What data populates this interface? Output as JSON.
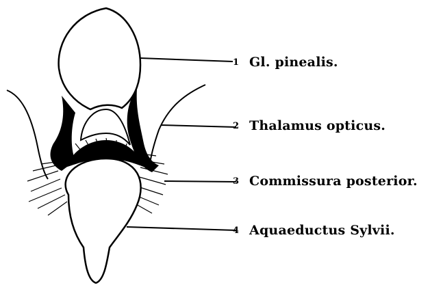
{
  "labels": [
    {
      "num": "1",
      "text": "Gl. pinealis."
    },
    {
      "num": "2",
      "text": "Thalamus opticus."
    },
    {
      "num": "3",
      "text": "Commissura posterior."
    },
    {
      "num": "4",
      "text": "Aquaeductus Sylvii."
    }
  ]
}
